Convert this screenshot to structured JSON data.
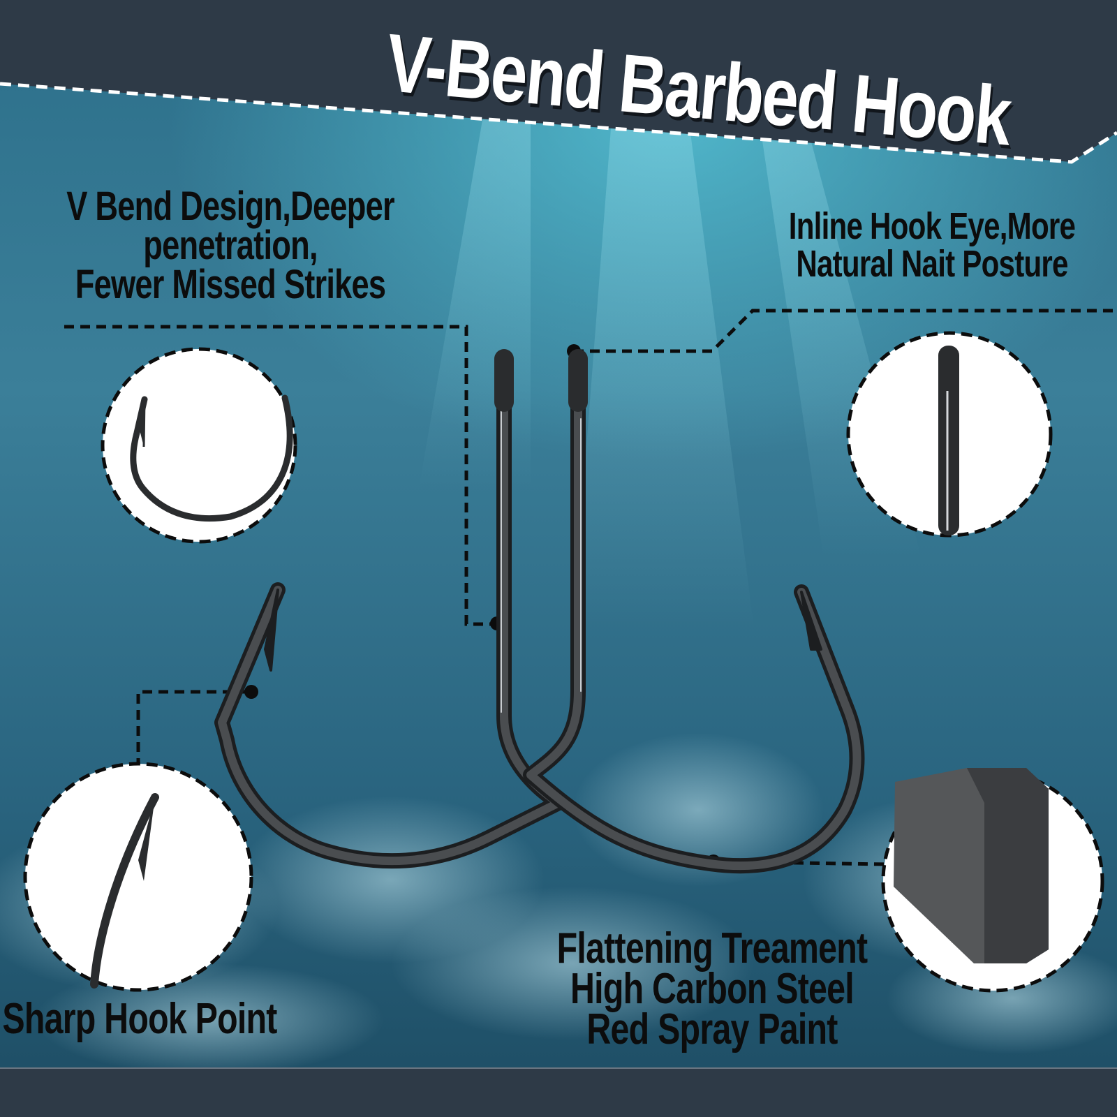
{
  "title": "V-Bend Barbed Hook",
  "features": {
    "v_bend": {
      "lines": [
        "V Bend Design,Deeper",
        "penetration,",
        "Fewer Missed Strikes"
      ]
    },
    "hook_eye": {
      "lines": [
        "Inline Hook Eye,More",
        "Natural Nait Posture"
      ]
    },
    "hook_point": {
      "lines": [
        "Sharp Hook Point"
      ]
    },
    "material": {
      "lines": [
        "Flattening Treament",
        "High Carbon Steel",
        "Red Spray Paint"
      ]
    }
  },
  "colors": {
    "banner": "#2e3a47",
    "water_light": "#3aa6bc",
    "water_dark": "#1f4f66",
    "hook": "#2a2c2e",
    "label_text": "#0c0c0c"
  }
}
